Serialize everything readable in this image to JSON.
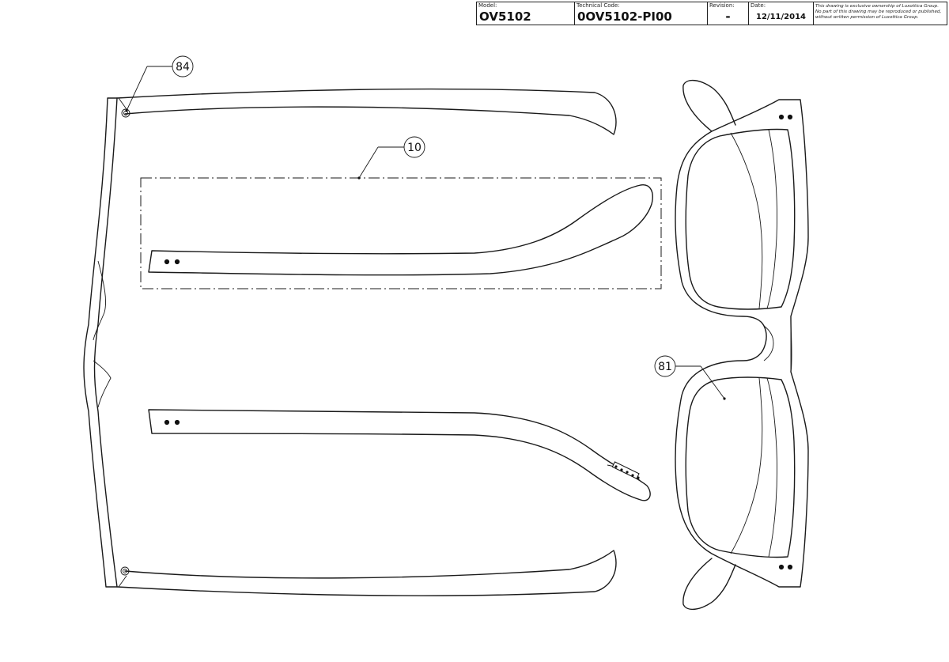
{
  "title_block": {
    "model_label": "Model:",
    "model_value": "OV5102",
    "tech_code_label": "Technical Code:",
    "tech_code_value": "0OV5102-PI00",
    "revision_label": "Revision:",
    "revision_value": "-",
    "date_label": "Date:",
    "date_value": "12/11/2014",
    "notice_line1": "This drawing is exclusive ownership of Luxottica Group.",
    "notice_line2": "No part of this drawing may be reproduced or published,",
    "notice_line3": "without written permission of Luxottica Group."
  },
  "callouts": {
    "screw": "84",
    "temple": "10",
    "lens": "81"
  }
}
